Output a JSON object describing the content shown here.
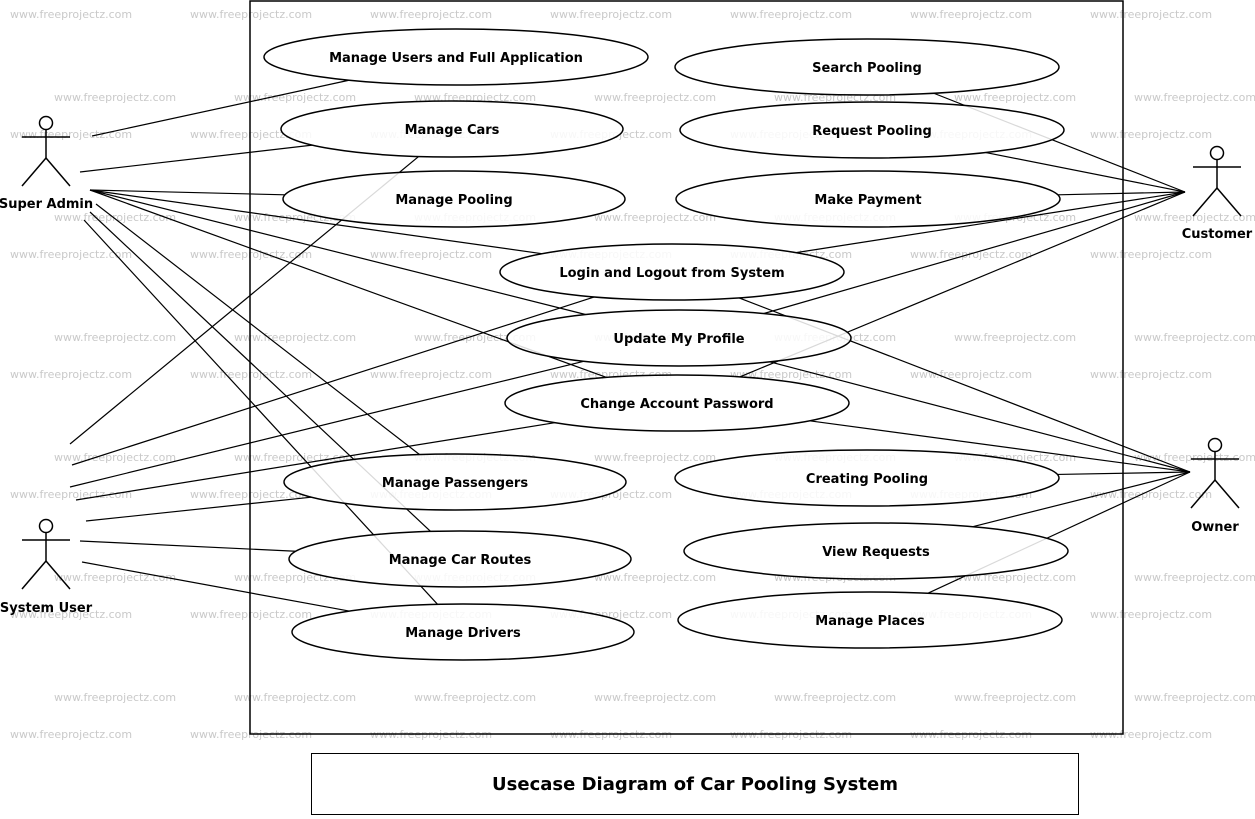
{
  "watermark": "www.freeprojectz.com",
  "caption": "Usecase Diagram of Car Pooling System",
  "actors": [
    {
      "id": "super_admin",
      "label": "Super Admin"
    },
    {
      "id": "system_user",
      "label": "System User"
    },
    {
      "id": "customer",
      "label": "Customer"
    },
    {
      "id": "owner",
      "label": "Owner"
    }
  ],
  "use_cases": [
    {
      "id": "manage_users",
      "label": "Manage Users and Full Application"
    },
    {
      "id": "manage_cars",
      "label": "Manage Cars"
    },
    {
      "id": "manage_pooling",
      "label": "Manage Pooling"
    },
    {
      "id": "login_logout",
      "label": "Login and Logout from System"
    },
    {
      "id": "update_profile",
      "label": "Update My Profile"
    },
    {
      "id": "change_password",
      "label": "Change Account Password"
    },
    {
      "id": "manage_passengers",
      "label": "Manage Passengers"
    },
    {
      "id": "manage_car_routes",
      "label": "Manage Car Routes"
    },
    {
      "id": "manage_drivers",
      "label": "Manage Drivers"
    },
    {
      "id": "search_pooling",
      "label": "Search Pooling"
    },
    {
      "id": "request_pooling",
      "label": "Request Pooling"
    },
    {
      "id": "make_payment",
      "label": "Make Payment"
    },
    {
      "id": "creating_pooling",
      "label": "Creating Pooling"
    },
    {
      "id": "view_requests",
      "label": "View Requests"
    },
    {
      "id": "manage_places",
      "label": "Manage Places"
    }
  ],
  "associations": [
    [
      "super_admin",
      "manage_users"
    ],
    [
      "super_admin",
      "manage_cars"
    ],
    [
      "super_admin",
      "manage_pooling"
    ],
    [
      "super_admin",
      "login_logout"
    ],
    [
      "super_admin",
      "update_profile"
    ],
    [
      "super_admin",
      "change_password"
    ],
    [
      "super_admin",
      "manage_passengers"
    ],
    [
      "super_admin",
      "manage_car_routes"
    ],
    [
      "super_admin",
      "manage_drivers"
    ],
    [
      "system_user",
      "manage_cars"
    ],
    [
      "system_user",
      "login_logout"
    ],
    [
      "system_user",
      "update_profile"
    ],
    [
      "system_user",
      "change_password"
    ],
    [
      "system_user",
      "manage_passengers"
    ],
    [
      "system_user",
      "manage_car_routes"
    ],
    [
      "system_user",
      "manage_drivers"
    ],
    [
      "customer",
      "search_pooling"
    ],
    [
      "customer",
      "request_pooling"
    ],
    [
      "customer",
      "make_payment"
    ],
    [
      "customer",
      "login_logout"
    ],
    [
      "customer",
      "update_profile"
    ],
    [
      "customer",
      "change_password"
    ],
    [
      "owner",
      "login_logout"
    ],
    [
      "owner",
      "update_profile"
    ],
    [
      "owner",
      "change_password"
    ],
    [
      "owner",
      "creating_pooling"
    ],
    [
      "owner",
      "view_requests"
    ],
    [
      "owner",
      "manage_places"
    ]
  ]
}
